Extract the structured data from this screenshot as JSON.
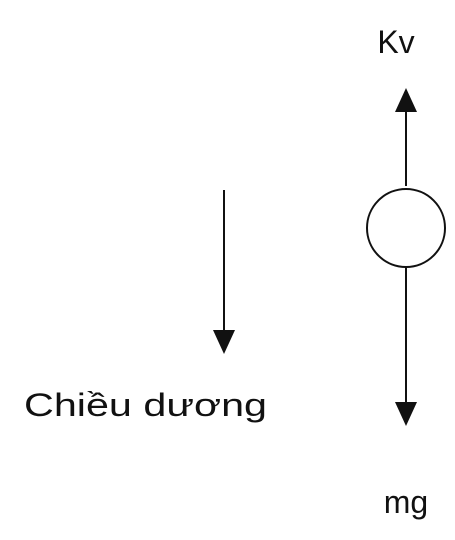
{
  "labels": {
    "upper_force": "Kv",
    "lower_force": "mg",
    "direction": "Chiều dương"
  },
  "colors": {
    "ink": "#111111",
    "background": "#ffffff"
  }
}
